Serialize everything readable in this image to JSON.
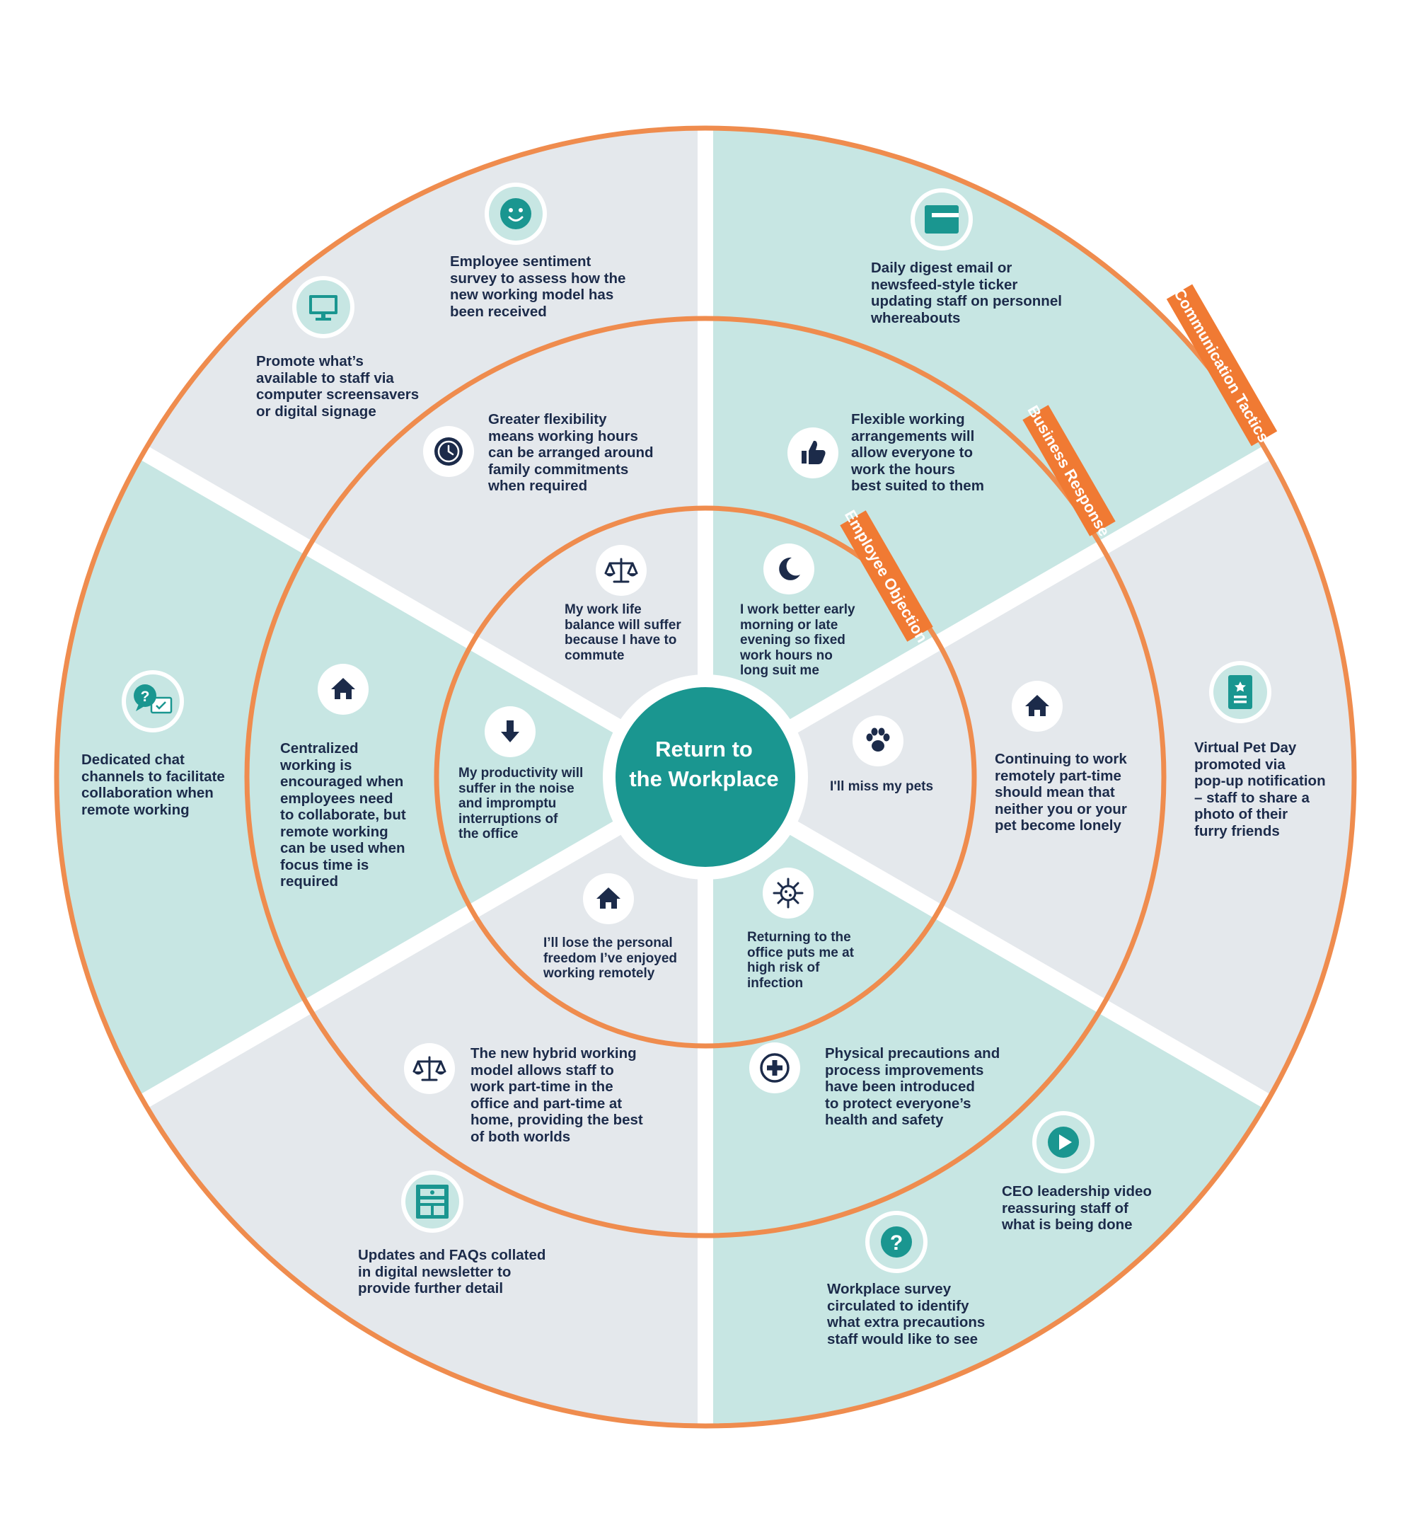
{
  "center": {
    "title": "Return to\nthe Workplace"
  },
  "ring_labels": {
    "employee_objection": "Employee Objection",
    "business_response": "Business Response",
    "communication_tactics": "Communication Tactics"
  },
  "colors": {
    "orange": "#ef8c4e",
    "orange_tag": "#f07a33",
    "teal": "#1a9690",
    "light_teal": "#c7e6e3",
    "light_grey": "#e4e8ec",
    "navy": "#1c2b4a"
  },
  "segments": [
    {
      "objection": "My work life\nbalance will suffer\nbecause I have to\ncommute",
      "objection_icon": "scales-icon",
      "response": "Greater flexibility\nmeans working hours\ncan be arranged around\nfamily commitments\nwhen required",
      "response_icon": "clock-icon",
      "tactics": [
        {
          "text": "Employee sentiment\nsurvey to assess how the\nnew working model has\nbeen received",
          "icon": "smiley-icon"
        },
        {
          "text": "Promote what’s\navailable to staff via\ncomputer screensavers\nor digital signage",
          "icon": "monitor-icon"
        }
      ]
    },
    {
      "objection": "I work better early\nmorning or late\nevening so fixed\nwork hours no\nlong suit me",
      "objection_icon": "moon-icon",
      "response": "Flexible working\narrangements will\nallow everyone to\nwork the hours\nbest suited to them",
      "response_icon": "thumbs-up-icon",
      "tactics": [
        {
          "text": "Daily digest email or\nnewsfeed-style ticker\nupdating staff on personnel\nwhereabouts",
          "icon": "email-card-icon"
        }
      ]
    },
    {
      "objection": "I'll miss my pets",
      "objection_icon": "paw-icon",
      "response": "Continuing to work\nremotely part-time\nshould mean that\nneither you or your\npet become lonely",
      "response_icon": "home-icon",
      "tactics": [
        {
          "text": "Virtual Pet Day\npromoted via\npop-up notification\n– staff to share a\nphoto of their\nfurry friends",
          "icon": "notification-icon"
        }
      ]
    },
    {
      "objection": "Returning to the\noffice puts me at\nhigh risk of\ninfection",
      "objection_icon": "virus-icon",
      "response": "Physical precautions and\nprocess improvements\nhave been introduced\nto protect everyone’s\nhealth and safety",
      "response_icon": "medical-cross-icon",
      "tactics": [
        {
          "text": "CEO leadership video\nreassuring staff of\nwhat is being done",
          "icon": "play-icon"
        },
        {
          "text": "Workplace survey\ncirculated to identify\nwhat extra precautions\nstaff would like to see",
          "icon": "question-icon"
        }
      ]
    },
    {
      "objection": "I’ll lose the personal\nfreedom I’ve enjoyed\nworking remotely",
      "objection_icon": "home-icon",
      "response": "The new hybrid working\nmodel allows staff to\nwork part-time in the\noffice and part-time at\nhome, providing the best\nof both worlds",
      "response_icon": "scales-icon",
      "tactics": [
        {
          "text": "Updates and FAQs collated\nin digital newsletter to\nprovide further detail",
          "icon": "newsletter-icon"
        }
      ]
    },
    {
      "objection": "My productivity will\nsuffer in the noise\nand impromptu\ninterruptions of\nthe office",
      "objection_icon": "arrow-down-icon",
      "response": "Centralized\nworking is\nencouraged when\nemployees need\nto collaborate, but\nremote working\ncan be used when\nfocus time is\nrequired",
      "response_icon": "home-icon",
      "tactics": [
        {
          "text": "Dedicated chat\nchannels to facilitate\ncollaboration when\nremote working",
          "icon": "chat-icon"
        }
      ]
    }
  ]
}
